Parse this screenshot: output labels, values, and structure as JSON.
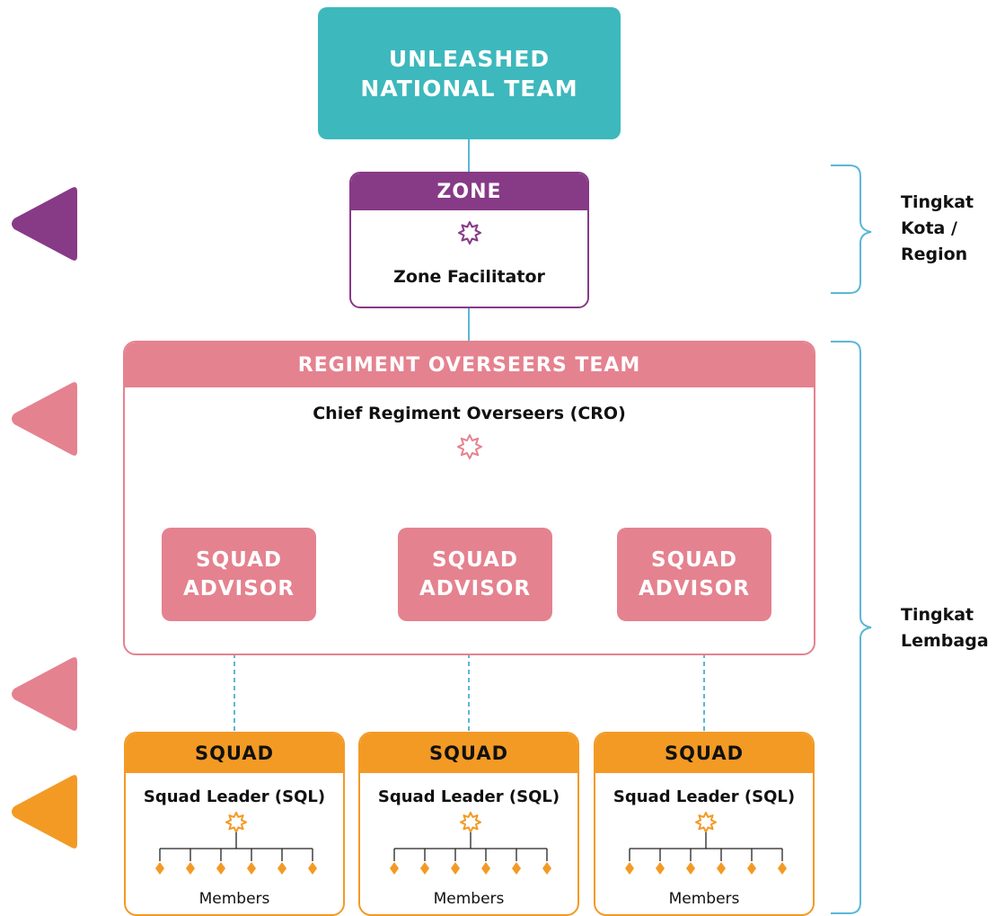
{
  "national_team": {
    "line1": "UNLEASHED",
    "line2": "NATIONAL TEAM"
  },
  "zone": {
    "header": "ZONE",
    "role": "Zone Facilitator"
  },
  "regiment": {
    "header": "REGIMENT OVERSEERS TEAM",
    "role": "Chief Regiment Overseers (CRO)",
    "advisors": [
      {
        "line1": "SQUAD",
        "line2": "ADVISOR"
      },
      {
        "line1": "SQUAD",
        "line2": "ADVISOR"
      },
      {
        "line1": "SQUAD",
        "line2": "ADVISOR"
      }
    ]
  },
  "squads": [
    {
      "header": "SQUAD",
      "role": "Squad Leader (SQL)",
      "members": "Members"
    },
    {
      "header": "SQUAD",
      "role": "Squad Leader (SQL)",
      "members": "Members"
    },
    {
      "header": "SQUAD",
      "role": "Squad Leader (SQL)",
      "members": "Members"
    }
  ],
  "side_labels": {
    "city": {
      "line1": "Tingkat",
      "line2": "Kota /",
      "line3": "Region"
    },
    "institution": {
      "line1": "Tingkat",
      "line2": "Lembaga"
    }
  },
  "colors": {
    "teal": "#3db8bd",
    "purple": "#873a86",
    "pink": "#e5828f",
    "orange": "#f39a25",
    "connector": "#5bb7d6"
  },
  "icons": [
    "sun-icon",
    "diamond-icon",
    "triangle-marker-icon",
    "brace-icon"
  ]
}
